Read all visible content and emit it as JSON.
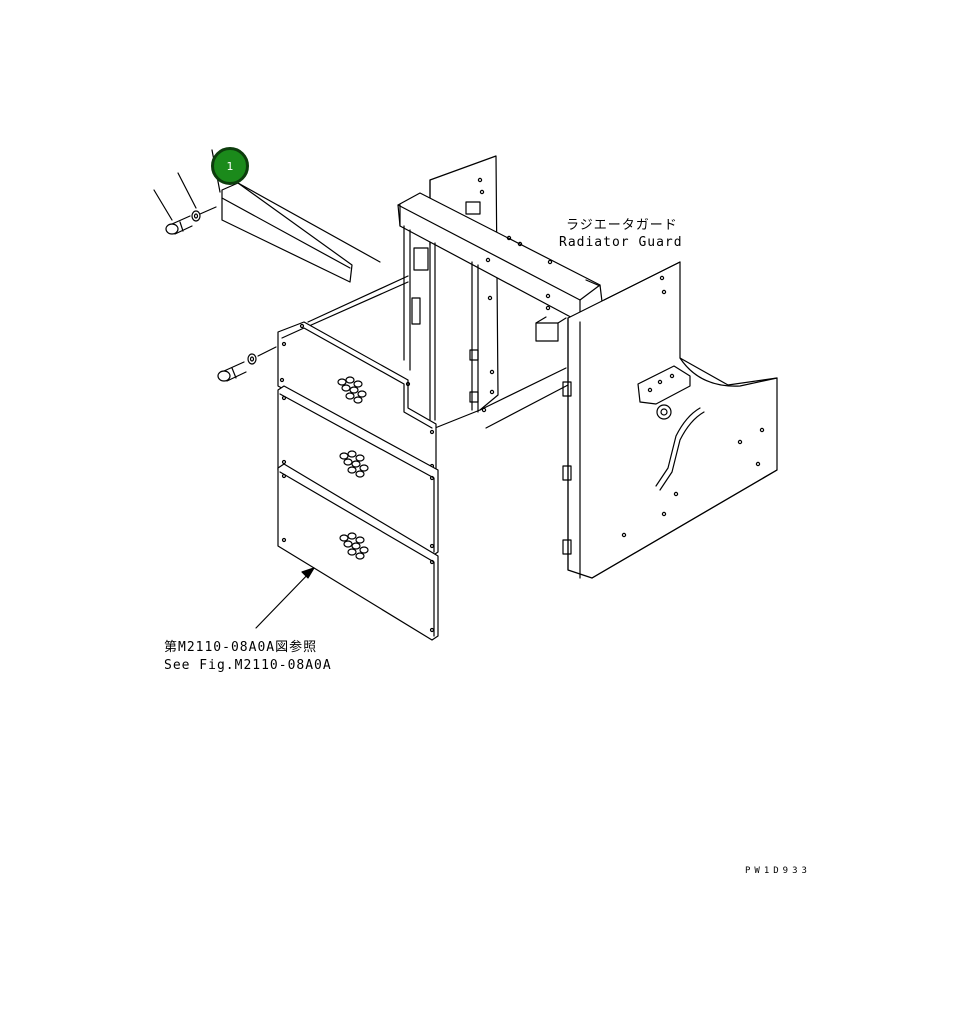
{
  "callouts": [
    {
      "number": "1",
      "color": "#1b8a1b"
    }
  ],
  "labels": {
    "radiator_guard_jp": "ラジエータガード",
    "radiator_guard_en": "Radiator Guard",
    "see_fig_jp": "第M2110-08A0A図参照",
    "see_fig_en": "See Fig.M2110-08A0A"
  },
  "drawing_code": "PW1D933"
}
